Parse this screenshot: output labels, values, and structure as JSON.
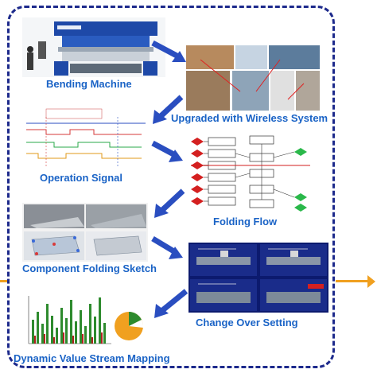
{
  "steps": {
    "bending_machine": "Bending Machine",
    "wireless": "Upgraded with Wireless System",
    "operation_signal": "Operation Signal",
    "folding_flow": "Folding Flow",
    "component_sketch": "Component Folding Sketch",
    "change_over": "Change Over Setting",
    "dvsm": "Dynamic Value Stream Mapping"
  },
  "colors": {
    "frame": "#1d2a8c",
    "label": "#1a63c6",
    "arrow": "#2a4ec0",
    "side_arrow": "#f0a020"
  }
}
